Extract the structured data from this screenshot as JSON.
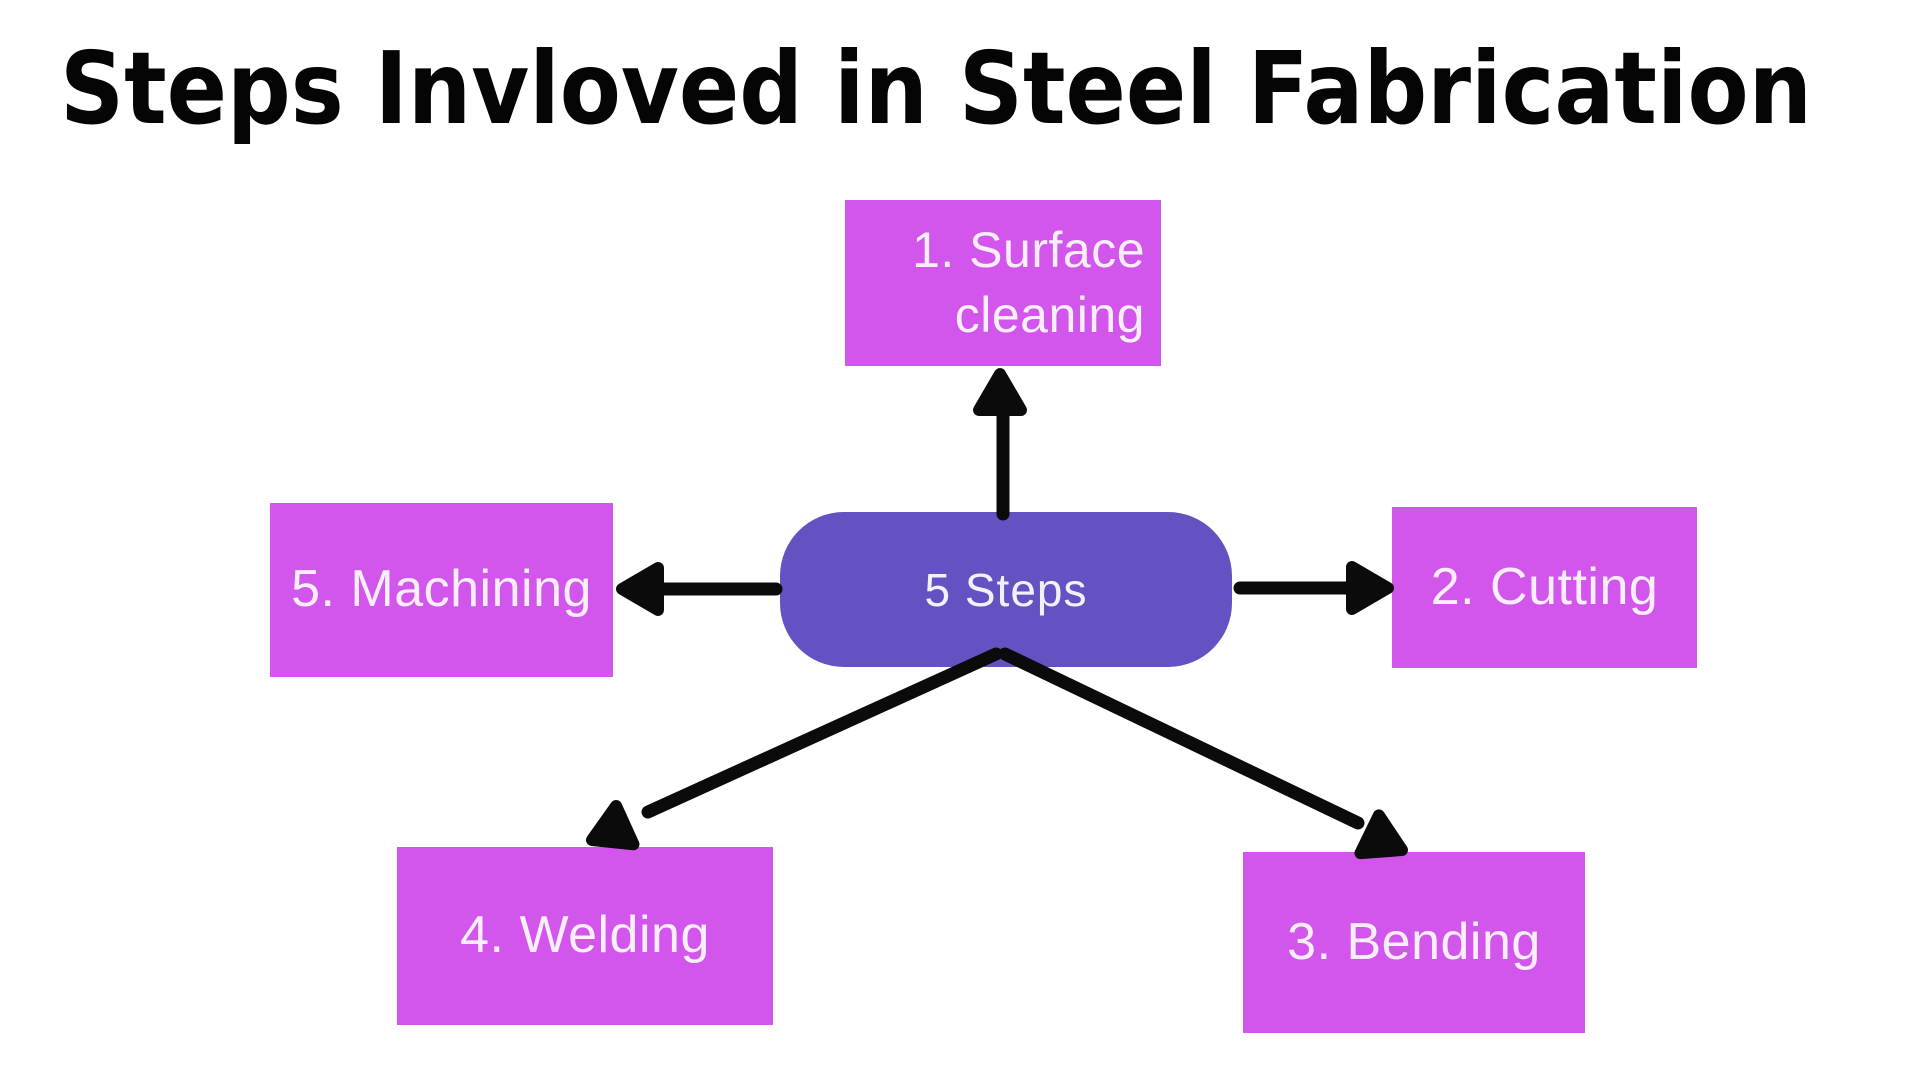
{
  "title": "Steps Invloved in Steel Fabrication",
  "center_node": {
    "label": "5 Steps"
  },
  "nodes": {
    "surface_cleaning": {
      "lines": [
        "1. Surface",
        "cleaning"
      ]
    },
    "cutting": {
      "label": "2. Cutting"
    },
    "bending": {
      "label": "3. Bending"
    },
    "welding": {
      "label": "4. Welding"
    },
    "machining": {
      "label": "5. Machining"
    }
  },
  "connections": [
    {
      "from": "5 Steps",
      "to": "1. Surface cleaning",
      "direction": "up"
    },
    {
      "from": "5 Steps",
      "to": "2. Cutting",
      "direction": "right"
    },
    {
      "from": "5 Steps",
      "to": "3. Bending",
      "direction": "down-right"
    },
    {
      "from": "5 Steps",
      "to": "4. Welding",
      "direction": "down-left"
    },
    {
      "from": "5 Steps",
      "to": "5. Machining",
      "direction": "left"
    }
  ],
  "colors": {
    "background": "#ffffff",
    "node_fill": "#d356ec",
    "center_fill": "#6452c2",
    "arrow": "#0b0b0b",
    "node_text": "#f9eefb",
    "center_text": "#f3f0fb",
    "title_text": "#050505"
  }
}
